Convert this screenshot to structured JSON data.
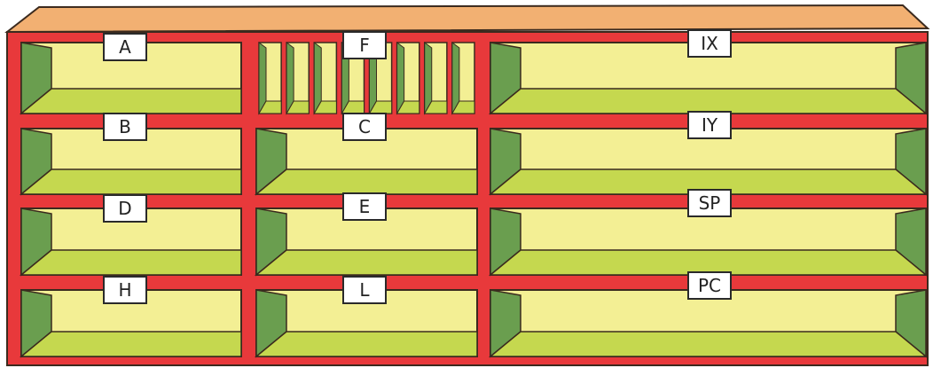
{
  "colors": {
    "frame": "#e8393b",
    "top": "#f2b072",
    "shelf_back": "#f3ef94",
    "shelf_floor": "#c5d84f",
    "shelf_side": "#6a9e4f",
    "outline": "#3b2a1e"
  },
  "registers": {
    "col1": [
      "A",
      "B",
      "D",
      "H"
    ],
    "col2": [
      "F",
      "C",
      "E",
      "L"
    ],
    "col3": [
      "IX",
      "IY",
      "SP",
      "PC"
    ]
  },
  "flag_slots": 8
}
